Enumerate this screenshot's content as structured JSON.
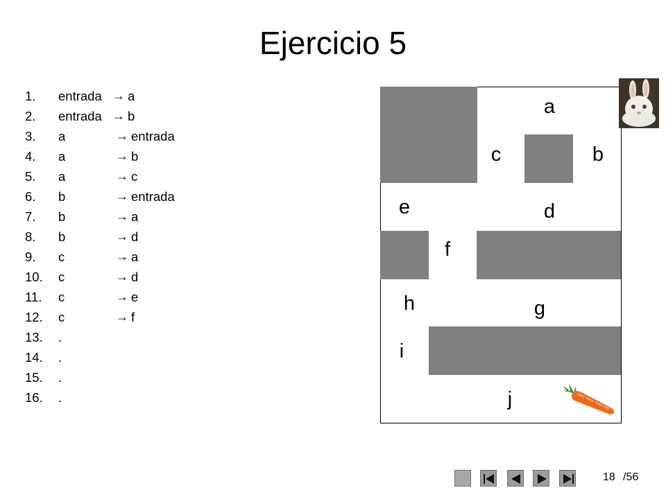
{
  "slide": {
    "title": "Ejercicio 5"
  },
  "moves": [
    {
      "num": "1.",
      "from": "entrada",
      "to": "a"
    },
    {
      "num": "2.",
      "from": "entrada",
      "to": "b"
    },
    {
      "num": "3.",
      "from": "a",
      "to": "entrada"
    },
    {
      "num": "4.",
      "from": "a",
      "to": "b"
    },
    {
      "num": "5.",
      "from": "a",
      "to": "c"
    },
    {
      "num": "6.",
      "from": "b",
      "to": "entrada"
    },
    {
      "num": "7.",
      "from": "b",
      "to": "a"
    },
    {
      "num": "8.",
      "from": "b",
      "to": "d"
    },
    {
      "num": "9.",
      "from": "c",
      "to": "a"
    },
    {
      "num": "10.",
      "from": "c",
      "to": "d"
    },
    {
      "num": "11.",
      "from": "c",
      "to": "e"
    },
    {
      "num": "12.",
      "from": "c",
      "to": "f"
    },
    {
      "num": "13.",
      "from": ".",
      "to": ""
    },
    {
      "num": "14.",
      "from": ".",
      "to": ""
    },
    {
      "num": "15.",
      "from": ".",
      "to": ""
    },
    {
      "num": "16.",
      "from": ".",
      "to": ""
    }
  ],
  "arrow_glyph": "→",
  "maze": {
    "rooms": [
      "a",
      "b",
      "c",
      "d",
      "e",
      "f",
      "g",
      "h",
      "i",
      "j"
    ],
    "wall_color": "#808080"
  },
  "icons": {
    "start": "rabbit-icon",
    "goal": "carrot-icon"
  },
  "navigation": {
    "buttons": [
      "menu-button",
      "first-slide-button",
      "previous-slide-button",
      "next-slide-button",
      "last-slide-button"
    ],
    "current_page": "18",
    "total_pages": "/56"
  }
}
